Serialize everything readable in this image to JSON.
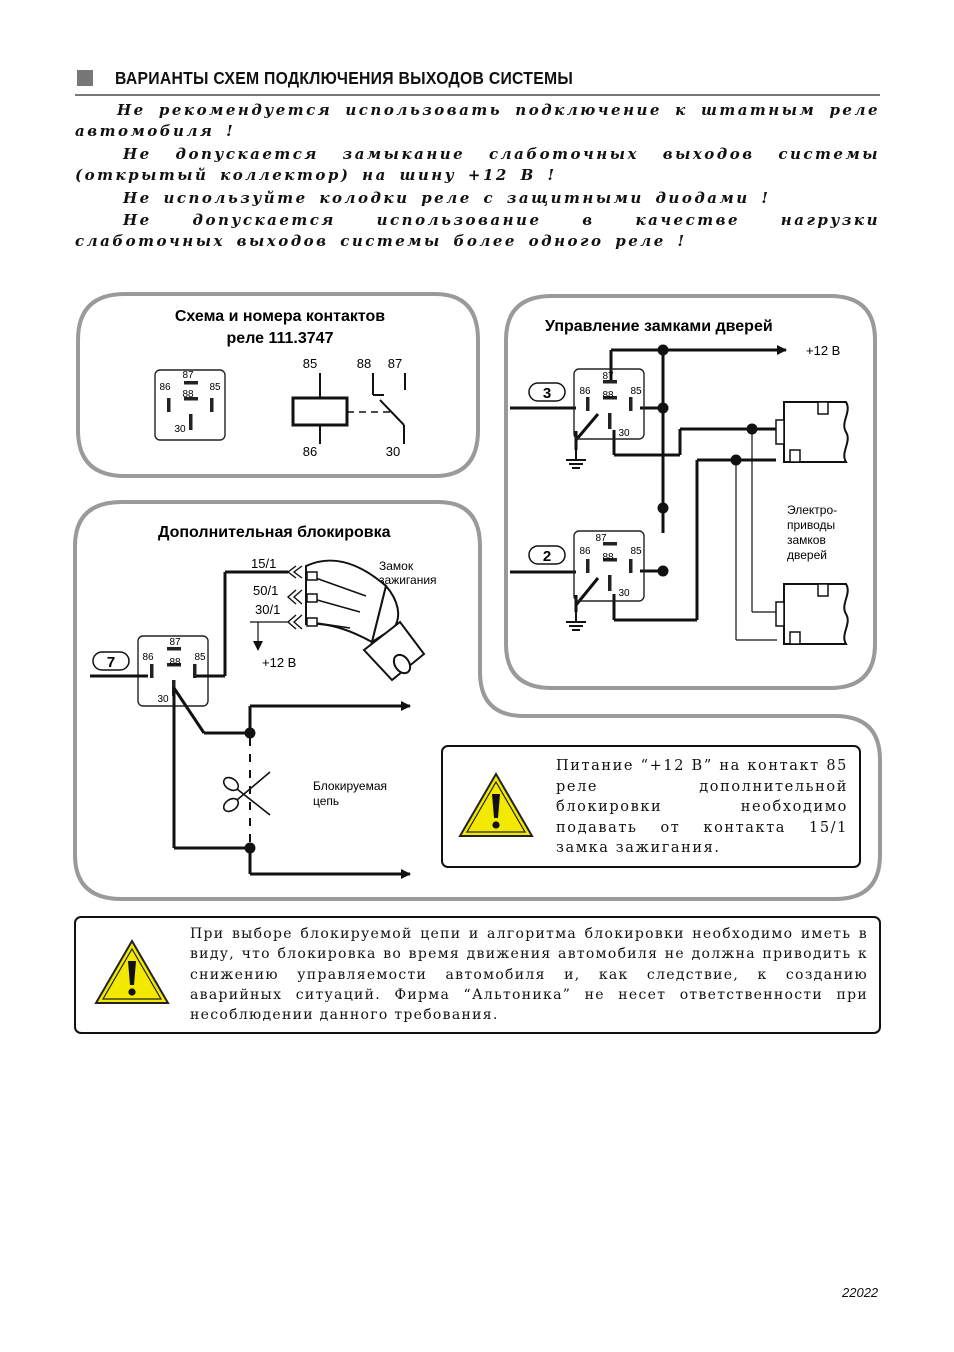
{
  "header": {
    "title": "ВАРИАНТЫ СХЕМ ПОДКЛЮЧЕНИЯ ВЫХОДОВ СИСТЕМЫ"
  },
  "warnings": [
    "Не рекомендуется использовать подключение к штатным реле автомобиля !",
    "Не допускается замыкание слаботочных выходов системы (открытый коллектор) на шину +12 В !",
    "Не используйте колодки реле с защитными диодами !",
    "Не допускается использование в качестве нагрузки слаботочных выходов системы более одного реле !"
  ],
  "relay_panel": {
    "title_line1": "Схема и номера контактов",
    "title_line2": "реле 111.3747"
  },
  "pins": {
    "p85": "85",
    "p86": "86",
    "p87": "87",
    "p88": "88",
    "p30": "30"
  },
  "door_panel": {
    "title": "Управление замками дверей",
    "plus12": "+12 В",
    "output_top": "3",
    "output_bottom": "2",
    "actuator_label": [
      "Электро-",
      "приводы",
      "замков",
      "дверей"
    ]
  },
  "block_panel": {
    "title": "Дополнительная блокировка",
    "output": "7",
    "terminal_15": "15/1",
    "terminal_50": "50/1",
    "terminal_30": "30/1",
    "ignition_label": [
      "Замок",
      "зажигания"
    ],
    "plus12": "+12 В",
    "blocked_label": [
      "Блокируемая",
      "цепь"
    ]
  },
  "note1": "Питание “+12 В” на контакт 85 реле дополнительной блокировки необходимо подавать от контакта 15/1 замка зажигания.",
  "note2": "При выборе блокируемой цепи и алгоритма блокировки необходимо иметь в виду, что блокировка во время движения автомобиля не должна приводить к снижению управляемости автомобиля и, как следствие, к созданию аварийных ситуаций. Фирма “Альтоника” не несет ответственности при несоблюдении данного требования.",
  "page_number": "22022",
  "colors": {
    "warning_yellow": "#f2e800",
    "frame_gray": "#9a9a9a"
  }
}
